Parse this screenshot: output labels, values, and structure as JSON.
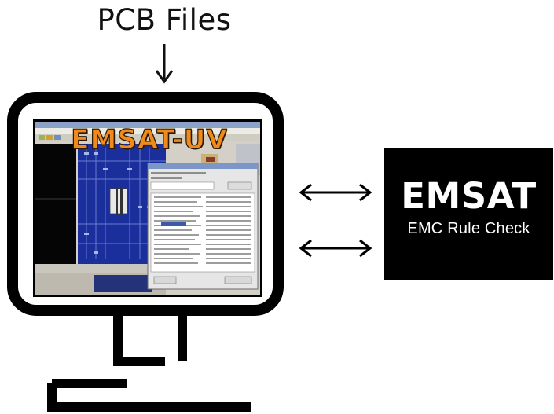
{
  "diagram": {
    "input_label": "PCB Files",
    "screen_overlay_title": "EMSAT-UV",
    "checker": {
      "title": "EMSAT",
      "subtitle": "EMC Rule Check"
    }
  },
  "colors": {
    "overlay_title": "#f08a1c",
    "checker_background": "#000000",
    "pcb_board": "#1b2f9c",
    "dialog_background": "#e6e6e6"
  },
  "icons": [
    "down-arrow-icon",
    "double-arrow-icon",
    "monitor-icon"
  ]
}
